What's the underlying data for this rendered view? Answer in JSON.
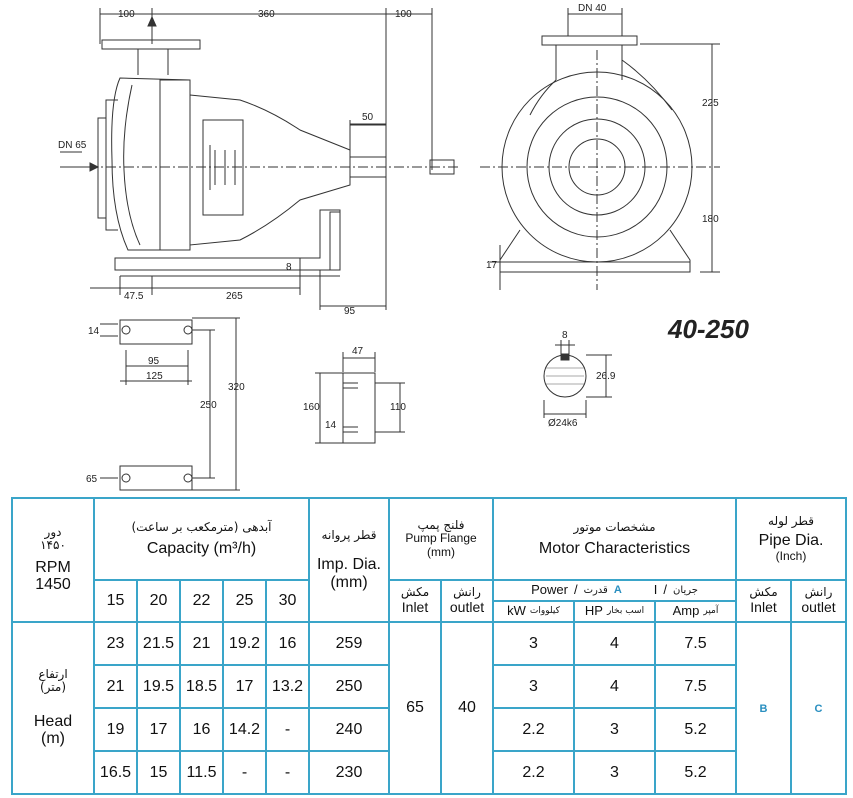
{
  "drawing": {
    "model": "40-250",
    "dims": {
      "top_100_left": "100",
      "top_360": "360",
      "top_100_right": "100",
      "dn_inlet": "DN 65",
      "dn_outlet": "DN 40",
      "shaft_50": "50",
      "bottom_47_5": "47.5",
      "bottom_265": "265",
      "bottom_95": "95",
      "foot_8": "8",
      "h_225": "225",
      "h_180": "180",
      "h_17": "17",
      "plate_14": "14",
      "plate_95": "95",
      "plate_125": "125",
      "plate_250": "250",
      "plate_320": "320",
      "plate_65": "65",
      "foot_47": "47",
      "foot_160": "160",
      "foot_110": "110",
      "foot_14": "14",
      "key_8": "8",
      "key_26_9": "26.9",
      "key_dia": "Ø24k6"
    }
  },
  "table": {
    "rpm": {
      "fa_label": "دور",
      "fa_value": "۱۴۵۰",
      "en_label": "RPM",
      "en_value": "1450"
    },
    "capacity": {
      "fa": "آبدهی (مترمکعب بر ساعت)",
      "en": "Capacity (m³/h)",
      "columns": [
        "15",
        "20",
        "22",
        "25",
        "30"
      ]
    },
    "imp_dia": {
      "fa": "قطر پروانه",
      "en": "Imp. Dia.",
      "unit": "(mm)"
    },
    "pump_flange": {
      "fa": "فلنج پمپ",
      "en": "Pump Flange",
      "unit": "(mm)",
      "inlet_fa": "مکش",
      "inlet_en": "Inlet",
      "outlet_fa": "رانش",
      "outlet_en": "outlet",
      "inlet_value": "65",
      "outlet_value": "40"
    },
    "motor": {
      "fa": "مشخصات موتور",
      "en": "Motor Characteristics",
      "power_en": "Power",
      "slash": "/",
      "power_fa": "قدرت",
      "power_mark": "A",
      "current_en": "I",
      "current_fa": "جریان",
      "kw_en": "kW",
      "kw_fa": "کیلووات",
      "hp_en": "HP",
      "hp_fa": "اسب بخار",
      "amp_en": "Amp",
      "amp_fa": "آمپر"
    },
    "pipe": {
      "fa": "قطر لوله",
      "en": "Pipe Dia.",
      "unit": "(Inch)",
      "inlet_fa": "مکش",
      "inlet_en": "Inlet",
      "outlet_fa": "رانش",
      "outlet_en": "outlet",
      "inlet_value": "B",
      "outlet_value": "C"
    },
    "head": {
      "fa": "ارتفاع",
      "fa_unit": "(متر)",
      "en": "Head",
      "en_unit": "(m)"
    },
    "rows": [
      {
        "heads": [
          "23",
          "21.5",
          "21",
          "19.2",
          "16"
        ],
        "imp": "259",
        "kw": "3",
        "hp": "4",
        "amp": "7.5"
      },
      {
        "heads": [
          "21",
          "19.5",
          "18.5",
          "17",
          "13.2"
        ],
        "imp": "250",
        "kw": "3",
        "hp": "4",
        "amp": "7.5"
      },
      {
        "heads": [
          "19",
          "17",
          "16",
          "14.2",
          "-"
        ],
        "imp": "240",
        "kw": "2.2",
        "hp": "3",
        "amp": "5.2"
      },
      {
        "heads": [
          "16.5",
          "15",
          "11.5",
          "-",
          "-"
        ],
        "imp": "230",
        "kw": "2.2",
        "hp": "3",
        "amp": "5.2"
      }
    ]
  }
}
